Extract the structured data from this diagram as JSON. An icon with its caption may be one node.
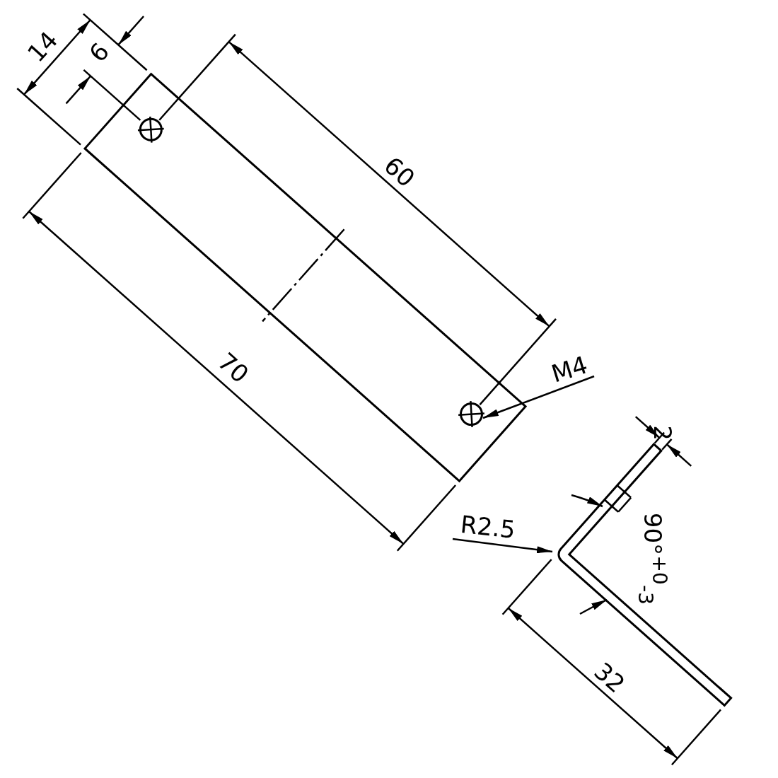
{
  "diagram": {
    "nodes": [
      {
        "text": [
          "M4"
        ]
      },
      {
        "text": [],
        "shape": "circle"
      },
      {
        "text": [
          "R2.5"
        ]
      },
      {
        "text": [],
        "shape": "picture"
      }
    ],
    "edges": [
      {
        "from": 0,
        "to": 1,
        "arrow": "to"
      },
      {
        "from": 2,
        "to": 3,
        "arrow": "to"
      }
    ],
    "labels": [
      "14",
      "6",
      "60",
      "70",
      "2",
      "90°$^{+0}$$_{-3}$",
      "32"
    ]
  }
}
